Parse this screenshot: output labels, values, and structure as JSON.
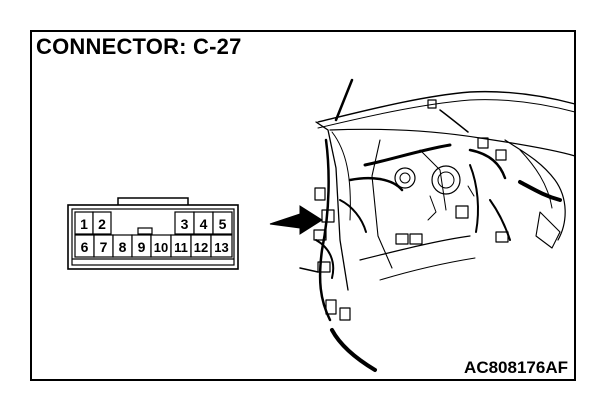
{
  "title": "CONNECTOR: C-27",
  "figure_code": "AC808176AF",
  "connector": {
    "top_row": [
      "1",
      "2",
      "3",
      "4",
      "5"
    ],
    "bottom_row": [
      "6",
      "7",
      "8",
      "9",
      "10",
      "11",
      "12",
      "13"
    ]
  },
  "colors": {
    "ink": "#000000",
    "paper": "#ffffff"
  }
}
